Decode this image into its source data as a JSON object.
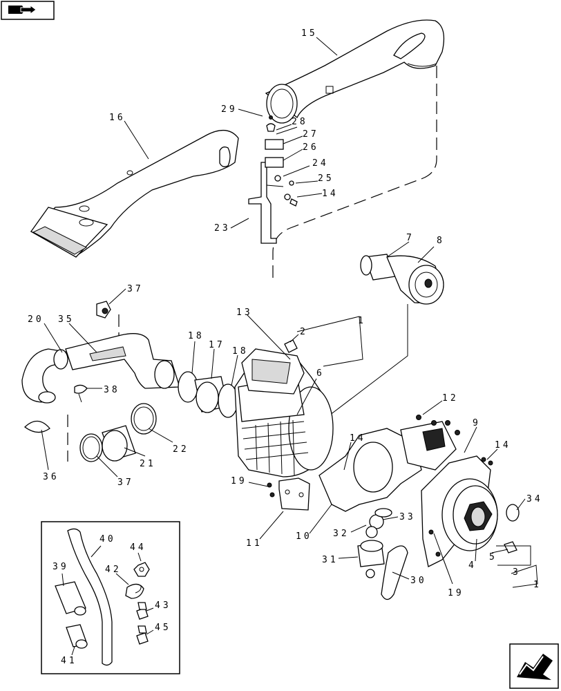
{
  "labels": {
    "l15": "15",
    "l16": "16",
    "l29": "29",
    "l28": "28",
    "l27": "27",
    "l26": "26",
    "l24": "24",
    "l25": "25",
    "l14a": "14",
    "l23": "23",
    "l7": "7",
    "l8": "8",
    "l37a": "37",
    "l13": "13",
    "l1a": "1",
    "l2": "2",
    "l20": "20",
    "l35": "35",
    "l18a": "18",
    "l17": "17",
    "l18b": "18",
    "l6": "6",
    "l38": "38",
    "l22": "22",
    "l21": "21",
    "l36": "36",
    "l37b": "37",
    "l12": "12",
    "l9": "9",
    "l14b": "14",
    "l14c": "14",
    "l19a": "19",
    "l11": "11",
    "l10": "10",
    "l34": "34",
    "l32": "32",
    "l33": "33",
    "l31": "31",
    "l30": "30",
    "l5": "5",
    "l4": "4",
    "l3": "3",
    "l1b": "1",
    "l19b": "19",
    "l40": "40",
    "l44": "44",
    "l39": "39",
    "l42": "42",
    "l43": "43",
    "l45": "45",
    "l41": "41"
  },
  "icons": {
    "top_nav": "book-arrow-icon",
    "bottom_nav": "next-page-arrow-icon"
  }
}
